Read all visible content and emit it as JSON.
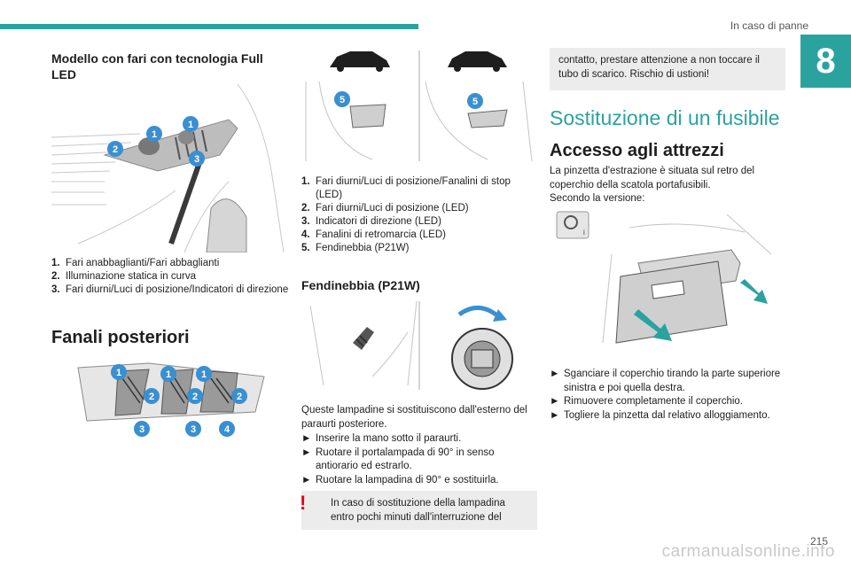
{
  "header": {
    "section": "In caso di panne",
    "chapter": "8"
  },
  "footer": {
    "page": "215",
    "watermark": "carmanualsonline.info"
  },
  "col1": {
    "heading_full_led": "Modello con fari con tecnologia Full LED",
    "front_list": [
      {
        "n": "1.",
        "t": "Fari anabbaglianti/Fari abbaglianti"
      },
      {
        "n": "2.",
        "t": "Illuminazione statica in curva"
      },
      {
        "n": "3.",
        "t": "Fari diurni/Luci di posizione/Indicatori di direzione"
      }
    ],
    "heading_rear": "Fanali posteriori",
    "front_badges": [
      "1",
      "1",
      "2",
      "3"
    ],
    "rear_badges": [
      "1",
      "2",
      "1",
      "1",
      "2",
      "2",
      "3",
      "3",
      "4"
    ]
  },
  "col2": {
    "fog_badges": [
      "5",
      "5"
    ],
    "list": [
      {
        "n": "1.",
        "t": "Fari diurni/Luci di posizione/Fanalini di stop (LED)"
      },
      {
        "n": "2.",
        "t": "Fari diurni/Luci di posizione (LED)"
      },
      {
        "n": "3.",
        "t": "Indicatori di direzione (LED)"
      },
      {
        "n": "4.",
        "t": "Fanalini di retromarcia (LED)"
      },
      {
        "n": "5.",
        "t": "Fendinebbia (P21W)"
      }
    ],
    "heading_fog": "Fendinebbia (P21W)",
    "intro": "Queste lampadine si sostituiscono dall'esterno del paraurti posteriore.",
    "steps": [
      "Inserire la mano sotto il paraurti.",
      "Ruotare il portalampada di 90° in senso antiorario ed estrarlo.",
      "Ruotare la lampadina di 90° e sostituirla."
    ],
    "arrow": "►",
    "warning_mark": "!",
    "note": "In caso di sostituzione della lampadina entro pochi minuti dall'interruzione del"
  },
  "col3": {
    "note_cont": "contatto, prestare attenzione a non toccare il tubo di scarico. Rischio di ustioni!",
    "title": "Sostituzione di un fusibile",
    "subtitle": "Accesso agli attrezzi",
    "intro1": "La pinzetta d'estrazione è situata sul retro del coperchio della scatola portafusibili.",
    "intro2": "Secondo la versione:",
    "steps": [
      "Sganciare il coperchio tirando la parte superiore sinistra e poi quella destra.",
      "Rimuovere completamente il coperchio.",
      "Togliere la pinzetta dal relativo alloggiamento."
    ]
  },
  "colors": {
    "accent": "#2aa39f",
    "badge": "#3a8fd0",
    "warning": "#e3001b",
    "note_bg": "#ececec"
  }
}
